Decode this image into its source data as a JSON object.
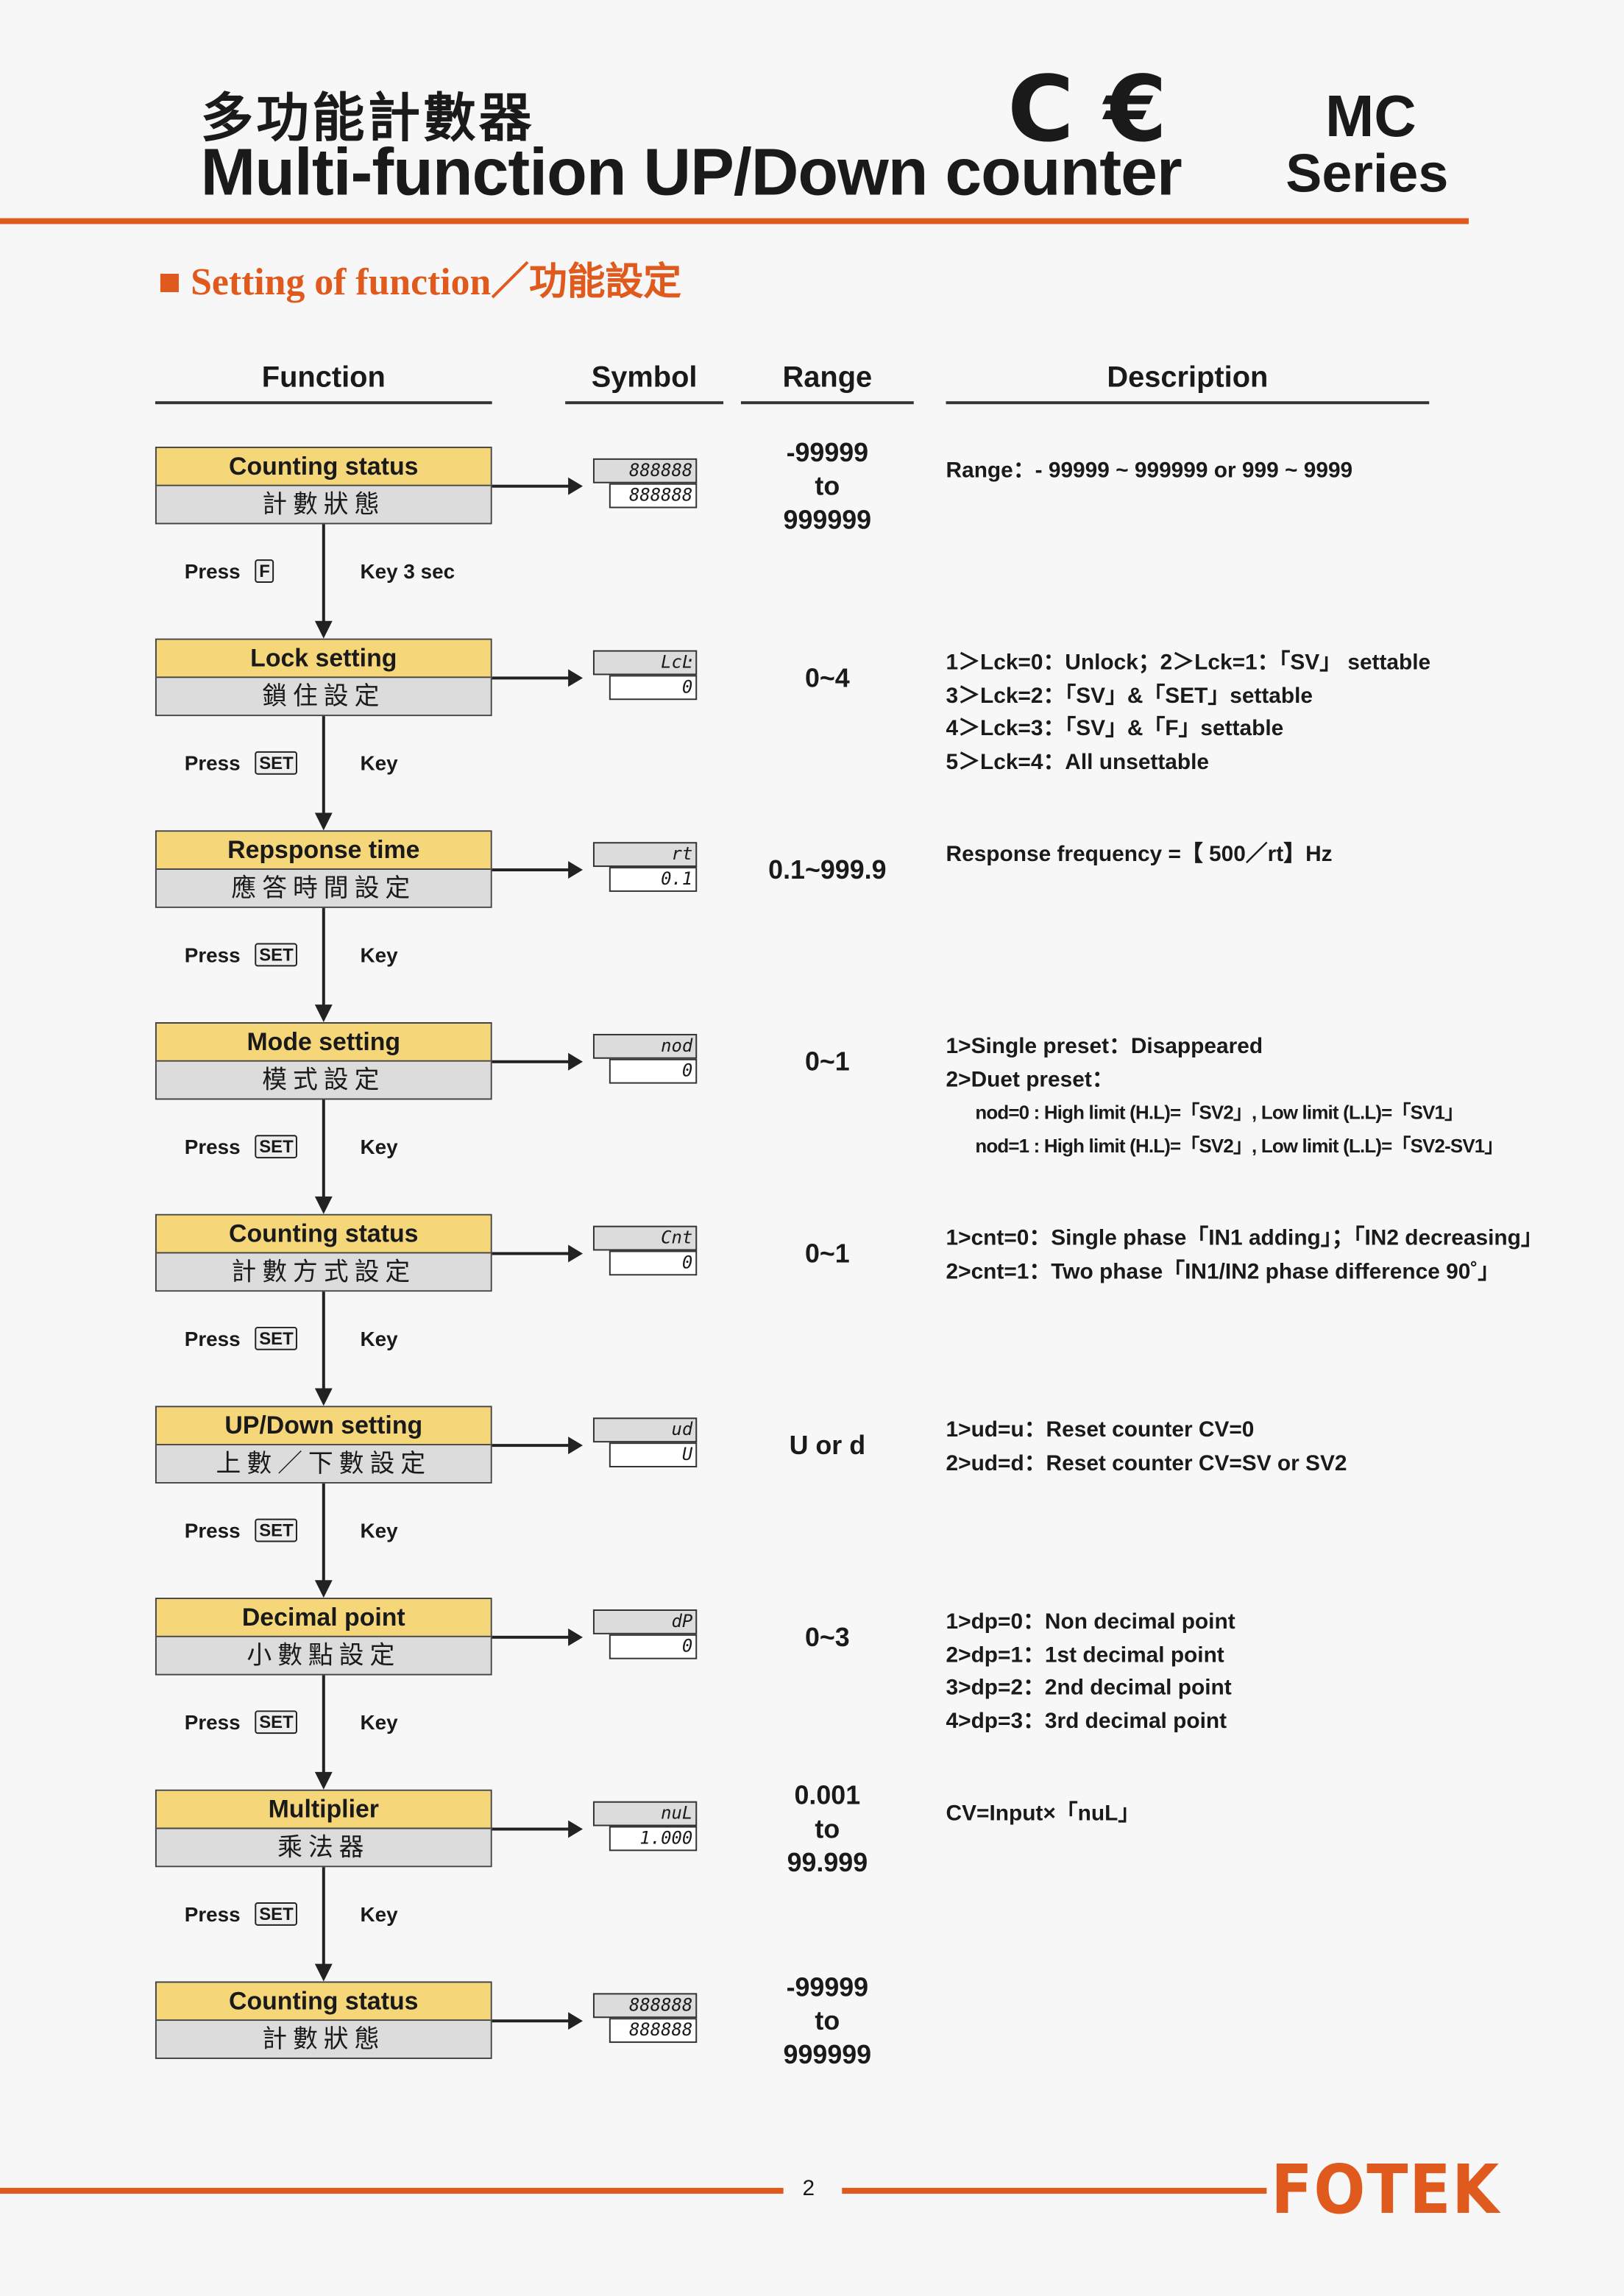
{
  "header": {
    "title_cn": "多功能計數器",
    "title_en": "Multi-function UP/Down counter",
    "ce_mark": "CE",
    "series_code": "MC",
    "series_label": "Series"
  },
  "section_title": "■ Setting of function／功能設定",
  "columns": {
    "function": "Function",
    "symbol": "Symbol",
    "range": "Range",
    "description": "Description"
  },
  "blocks": [
    {
      "en": "Counting status",
      "cn": "計數狀態",
      "disp_top": "888888",
      "disp_bot": "888888",
      "range": [
        "-99999",
        "to",
        "999999"
      ],
      "desc": [
        {
          "t": "Range：- 99999 ~ 999999 or  999 ~ 9999"
        }
      ],
      "press": {
        "pre": "Press",
        "key": "F",
        "post": "Key 3 sec"
      }
    },
    {
      "en": "Lock setting",
      "cn": "鎖住設定",
      "disp_top": "LcĿ",
      "disp_bot": "0",
      "range": [
        "0~4"
      ],
      "desc": [
        {
          "t": "1＞Lck=0：Unlock；2＞Lck=1：「SV」 settable"
        },
        {
          "t": "3＞Lck=2：「SV」&「SET」settable"
        },
        {
          "t": "4＞Lck=3：「SV」&「F」settable"
        },
        {
          "t": "5＞Lck=4：All unsettable"
        }
      ],
      "press": {
        "pre": "Press",
        "key": "SET",
        "post": "Key"
      }
    },
    {
      "en": "Repsponse time",
      "cn": "應答時間設定",
      "disp_top": "rt",
      "disp_bot": "0.1",
      "range": [
        "0.1~999.9"
      ],
      "desc": [
        {
          "t": "Response frequency =【 500／rt】Hz"
        }
      ],
      "press": {
        "pre": "Press",
        "key": "SET",
        "post": "Key"
      }
    },
    {
      "en": "Mode setting",
      "cn": "模式設定",
      "disp_top": "nod",
      "disp_bot": "0",
      "range": [
        "0~1"
      ],
      "desc": [
        {
          "t": "1>Single preset：Disappeared"
        },
        {
          "t": "2>Duet preset："
        },
        {
          "t": "nod=0 : High limit (H.L)=「SV2」, Low limit (L.L)=「SV1」",
          "sub": true
        },
        {
          "t": "nod=1 : High limit (H.L)=「SV2」, Low limit (L.L)=「SV2-SV1」",
          "sub": true
        }
      ],
      "press": {
        "pre": "Press",
        "key": "SET",
        "post": "Key"
      }
    },
    {
      "en": "Counting status",
      "cn": "計數方式設定",
      "disp_top": "Cnt",
      "disp_bot": "0",
      "range": [
        "0~1"
      ],
      "desc": [
        {
          "t": "1>cnt=0：Single phase「IN1 adding」；「IN2 decreasing」"
        },
        {
          "t": "2>cnt=1：Two phase「IN1/IN2 phase difference 90˚」"
        }
      ],
      "press": {
        "pre": "Press",
        "key": "SET",
        "post": "Key"
      }
    },
    {
      "en": "UP/Down setting",
      "cn": "上數／下數設定",
      "disp_top": "ud",
      "disp_bot": "U",
      "range": [
        "U  or  d"
      ],
      "desc": [
        {
          "t": "1>ud=u：Reset counter CV=0"
        },
        {
          "t": "2>ud=d：Reset counter CV=SV or SV2"
        }
      ],
      "press": {
        "pre": "Press",
        "key": "SET",
        "post": "Key"
      }
    },
    {
      "en": "Decimal point",
      "cn": "小數點設定",
      "disp_top": "dP",
      "disp_bot": "0",
      "range": [
        "0~3"
      ],
      "desc": [
        {
          "t": "1>dp=0：Non decimal point"
        },
        {
          "t": "2>dp=1：1st decimal point"
        },
        {
          "t": "3>dp=2：2nd decimal point"
        },
        {
          "t": "4>dp=3：3rd decimal point"
        }
      ],
      "press": {
        "pre": "Press",
        "key": "SET",
        "post": "Key"
      }
    },
    {
      "en": "Multiplier",
      "cn": "乘法器",
      "disp_top": "nuL",
      "disp_bot": "1.000",
      "range": [
        "0.001",
        "to",
        "99.999"
      ],
      "desc": [
        {
          "t": "CV=Input×「nuL」"
        }
      ],
      "press": {
        "pre": "Press",
        "key": "SET",
        "post": "Key"
      }
    },
    {
      "en": "Counting status",
      "cn": "計數狀態",
      "disp_top": "888888",
      "disp_bot": "888888",
      "range": [
        "-99999",
        "to",
        "999999"
      ],
      "desc": []
    }
  ],
  "footer": {
    "page_number": "2",
    "brand": "FOTEK"
  },
  "colors": {
    "accent": "#e05a1e",
    "box_yellow": "#f5d77a",
    "box_gray": "#dcdcdc"
  }
}
